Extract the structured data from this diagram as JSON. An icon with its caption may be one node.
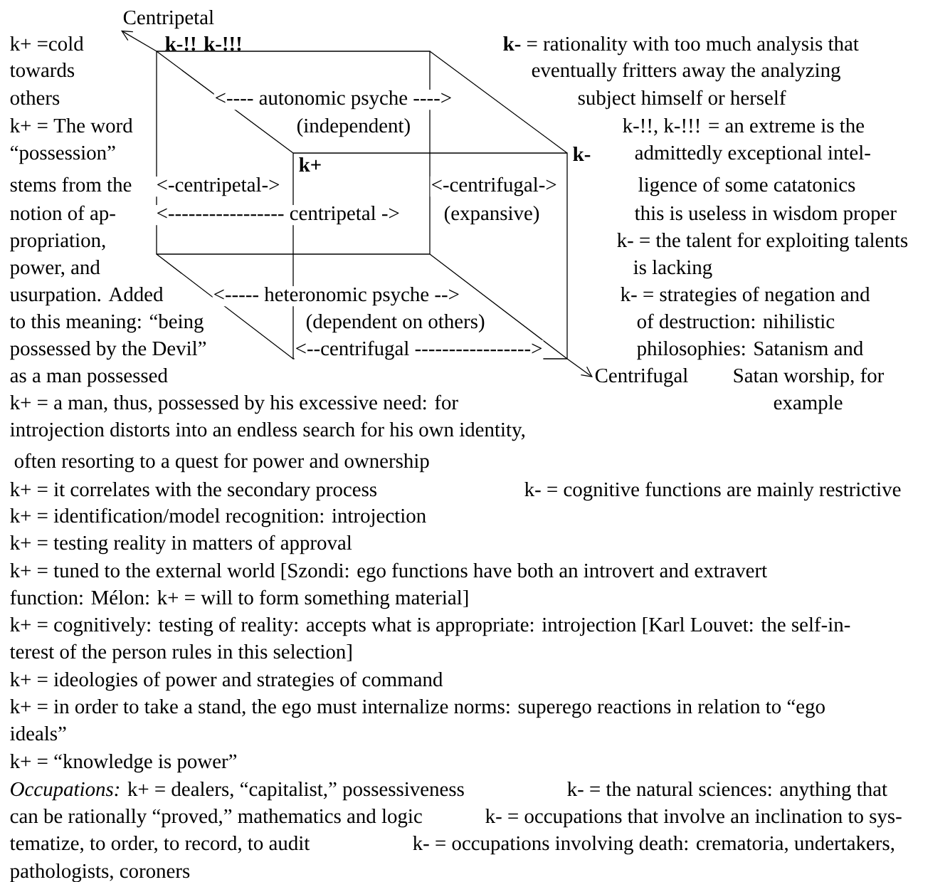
{
  "diagram": {
    "nodes": [
      {
        "text": [
          "Centripetal"
        ]
      },
      {
        "text": [
          "Centrifugal"
        ]
      }
    ],
    "edges": [
      {
        "from": null,
        "to": 0,
        "arrow": "to"
      },
      {
        "from": null,
        "to": 1,
        "arrow": "to"
      }
    ],
    "labels": [
      "k+ =cold",
      "k-!! k-!!!",
      "**k-** = rationality with too much analysis that",
      "towards",
      "eventually fritters away the analyzing",
      "others",
      "<----   autonomic psyche ---->",
      "subject himself or herself",
      "k+ = The word",
      "(independent)",
      "k-!!, k-!!! = an extreme is the",
      "“possession”",
      "k+",
      "k-",
      "admittedly exceptional intel-",
      "stems from the",
      "<-centripetal->",
      "<-centrifugal->",
      "ligence of some catatonics",
      "notion of ap-",
      "<----------------- centripetal ->",
      "(expansive)",
      "this is useless in wisdom proper",
      "propriation,",
      "k- = the talent for exploiting talents",
      "power, and",
      "is lacking",
      "usurpation. Added",
      "<----- heteronomic psyche -->",
      "k- = strategies of negation and",
      "to this meaning: “being",
      "(dependent on others)",
      "of destruction: nihilistic",
      "possessed by the Devil”",
      "<--centrifugal ----------------->",
      "philosophies: Satanism and",
      "as a man possessed",
      "Satan worship, for",
      "k+ = a man, thus, possessed by his excessive need: for",
      "example",
      "introjection distorts into an endless search for his own identity,",
      "often resorting to a quest for power and ownership",
      "k+ = it correlates with the secondary process",
      "k- = cognitive functions are mainly restrictive",
      "k+ = identification/model recognition: introjection",
      "k+ = testing reality in matters of approval",
      "k+ = tuned to the external world [Szondi: ego functions have both an introvert and extravert",
      "function: Mélon: k+ = will to form something material]",
      "k+ = cognitively: testing of reality: accepts what is appropriate: introjection [Karl Louvet: the self-in-",
      "terest of the person rules in this selection]",
      "k+ = ideologies of power and strategies of command",
      "k+ = in order to take a stand, the ego must internalize norms: superego reactions in relation to “ego",
      "ideals”",
      "k+ = “knowledge is power”",
      "*Occupations:* k+ = dealers, “capitalist,” possessiveness",
      "k- = the natural sciences: anything that",
      "can be rationally “proved,” mathematics and logic",
      "k- = occupations that involve an inclination to sys-",
      "tematize, to order, to record, to audit",
      "k- = occupations involving death: crematoria, undertakers,",
      "pathologists, coroners"
    ]
  }
}
